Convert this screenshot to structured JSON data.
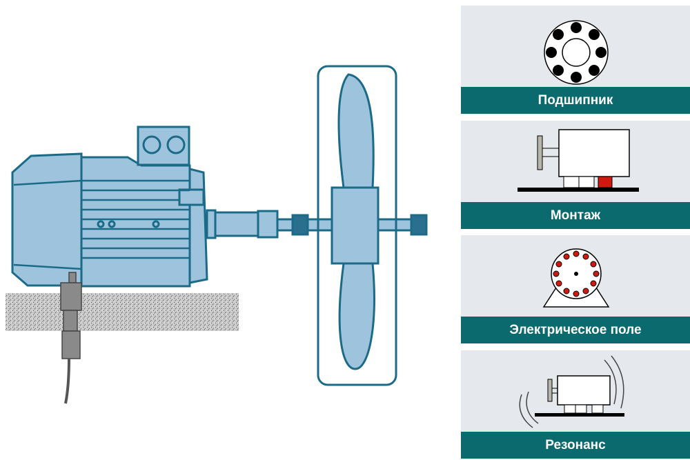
{
  "panels": [
    {
      "label": "Подшипник",
      "icon": "bearing-icon"
    },
    {
      "label": "Монтаж",
      "icon": "mounting-icon"
    },
    {
      "label": "Электрическое поле",
      "icon": "electric-field-icon"
    },
    {
      "label": "Резонанс",
      "icon": "resonance-icon"
    }
  ],
  "colors": {
    "motor_fill": "#9ec3dc",
    "motor_stroke": "#1b6b88",
    "panel_bg": "#e5e8ed",
    "label_bar": "#0b6a6d",
    "fault_red": "#d0190f"
  }
}
